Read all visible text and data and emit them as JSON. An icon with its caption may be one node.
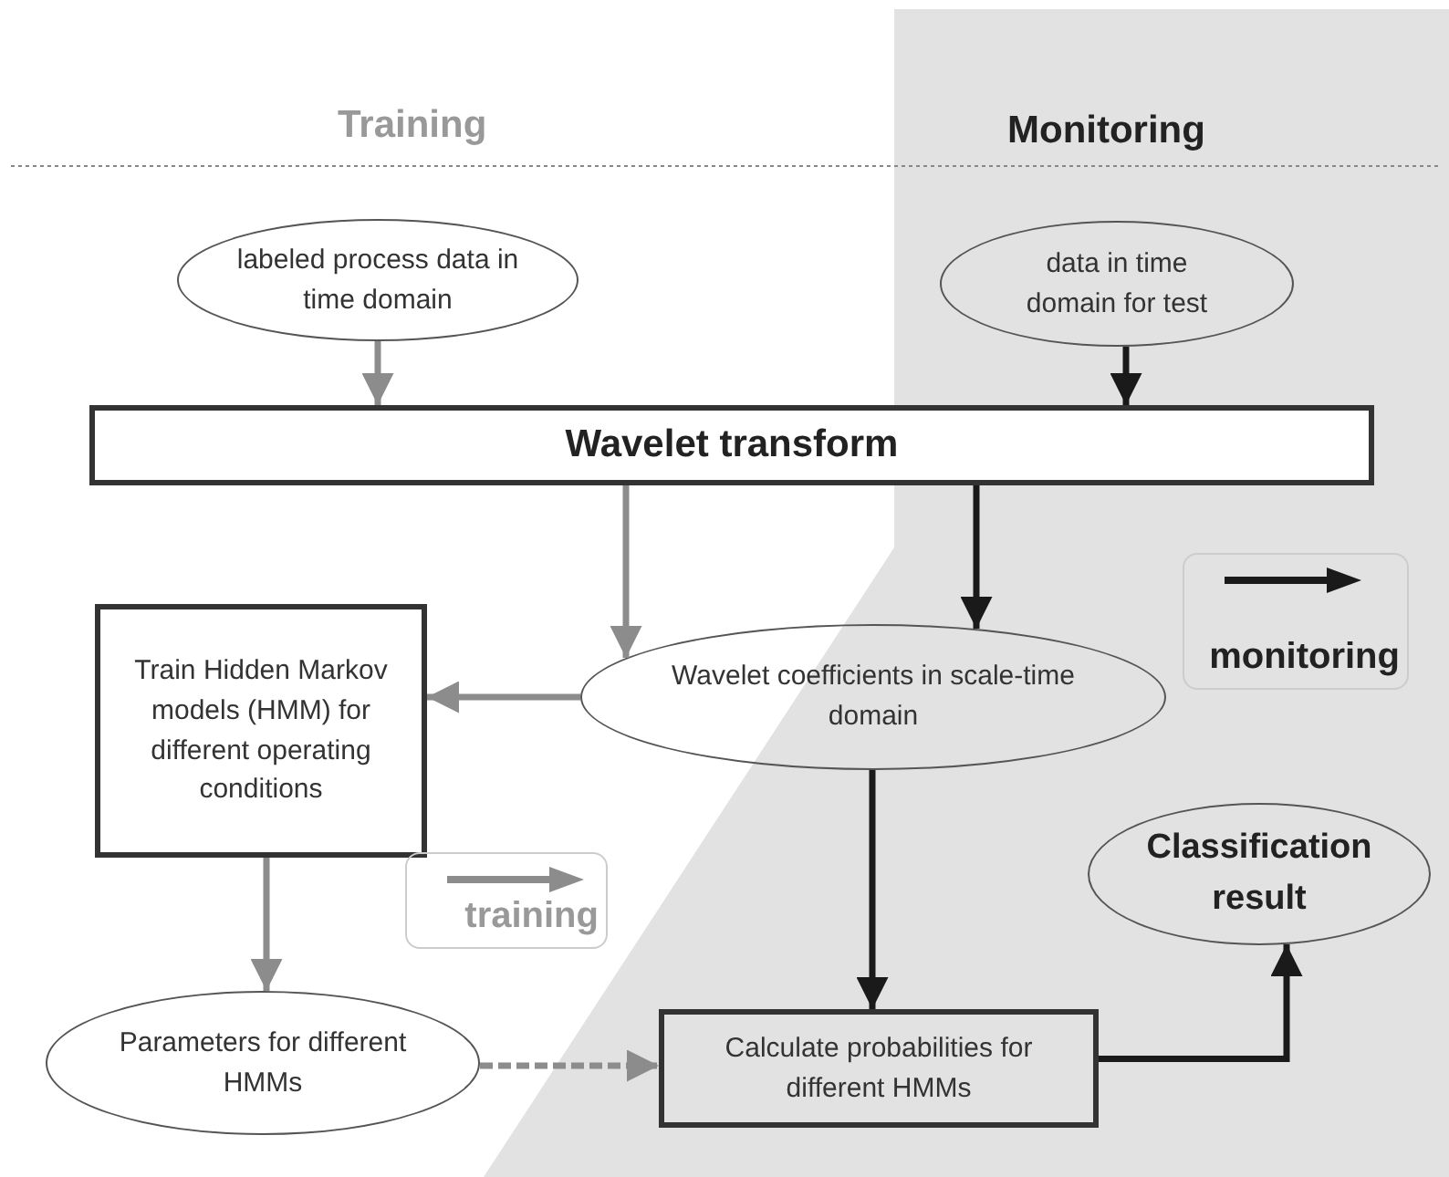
{
  "diagram": {
    "nodes": [
      {
        "text": [
          "labeled process data in time domain"
        ]
      },
      {
        "text": [
          "data in time domain for test"
        ]
      },
      {
        "text": [
          "Wavelet transform"
        ]
      },
      {
        "text": [
          "Train Hidden Markov models (HMM) for different operating conditions"
        ]
      },
      {
        "text": [
          "Wavelet coefficients in scale-time domain"
        ]
      },
      {
        "text": [
          "Classification result"
        ]
      },
      {
        "text": [
          "Parameters for different HMMs"
        ]
      },
      {
        "text": [
          "Calculate probabilities for different HMMs"
        ]
      }
    ],
    "edges": [
      {
        "from": 0,
        "to": 2,
        "arrow": "to"
      },
      {
        "from": 1,
        "to": 2,
        "arrow": "to",
        "color": "#1a1a1a"
      },
      {
        "from": 2,
        "to": 4,
        "arrow": "to"
      },
      {
        "from": 2,
        "to": 4,
        "arrow": "to",
        "color": "#1a1a1a"
      },
      {
        "from": 4,
        "to": 3,
        "arrow": "to"
      },
      {
        "from": 3,
        "to": 6,
        "arrow": "to"
      },
      {
        "from": 4,
        "to": 7,
        "arrow": "to",
        "color": "#1a1a1a"
      },
      {
        "from": 6,
        "to": 7,
        "arrow": "to",
        "style": "dashed"
      },
      {
        "from": 7,
        "to": 5,
        "arrow": "to",
        "color": "#1a1a1a"
      }
    ],
    "labels": [
      "Training",
      "Monitoring"
    ],
    "legend": [
      {
        "text": "monitoring"
      },
      {
        "text": "training"
      }
    ]
  }
}
